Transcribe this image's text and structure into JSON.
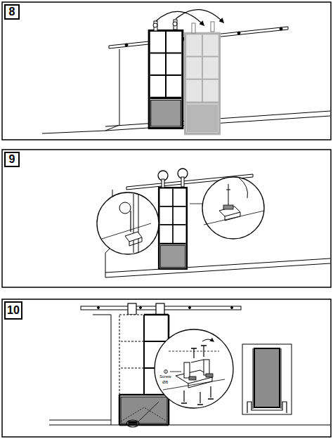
{
  "diagram": {
    "nodes": [
      {
        "text": [
          "8"
        ]
      },
      {
        "text": [
          "9"
        ]
      },
      {
        "text": [
          "10"
        ]
      }
    ],
    "labels": [
      "Screw",
      "Ø8"
    ]
  }
}
